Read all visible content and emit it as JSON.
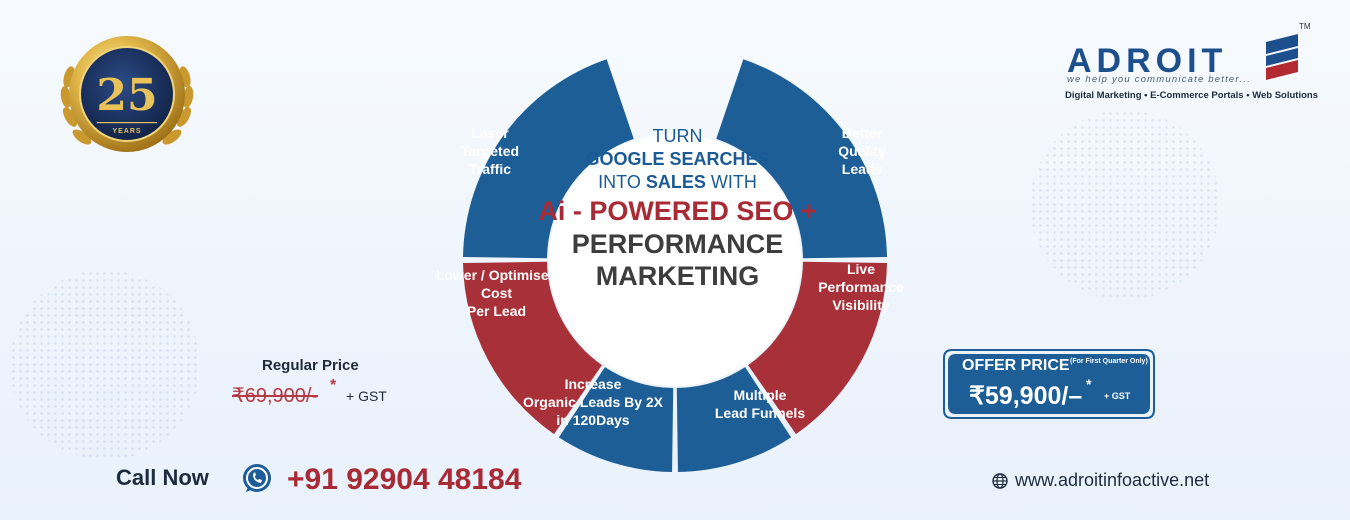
{
  "badge": {
    "number": "25",
    "label": "YEARS"
  },
  "logo": {
    "wordmark": "ADROIT",
    "trademark": "TM",
    "tagline": "we help you communicate better...",
    "services": [
      "Digital Marketing",
      "E-Commerce Portals",
      "Web Solutions"
    ],
    "services_text": "Digital Marketing  •  E-Commerce Portals  •  Web Solutions"
  },
  "headline": {
    "line1": "TURN",
    "line2": "GOOGLE SEARCHES",
    "line3_pre": "INTO ",
    "line3_bold": "SALES",
    "line3_post": " WITH",
    "line4": "Ai - POWERED SEO +",
    "line5": "PERFORMANCE",
    "line6": "MARKETING"
  },
  "segments": [
    {
      "lines": [
        "Laser",
        "Targeted",
        "Traffic"
      ],
      "color": "#1d5e97"
    },
    {
      "lines": [
        "Better",
        "Quality",
        "Leads"
      ],
      "color": "#1d5e97"
    },
    {
      "lines": [
        "Lower / Optimised",
        "Cost",
        "Per Lead"
      ],
      "color": "#a83038"
    },
    {
      "lines": [
        "Live",
        "Performance",
        "Visibility"
      ],
      "color": "#a83038"
    },
    {
      "lines": [
        "Increase",
        "Organic Leads By 2X",
        "in 120Days"
      ],
      "color": "#1d5e97"
    },
    {
      "lines": [
        "Multiple",
        "Lead Funnels"
      ],
      "color": "#1d5e97"
    }
  ],
  "regular_price": {
    "label": "Regular Price",
    "price": "₹69,900/-",
    "star": "*",
    "gst": "+ GST"
  },
  "offer_price": {
    "title": "OFFER PRICE",
    "note": "(For First Quarter Only)",
    "price": "₹59,900/–",
    "star": "*",
    "gst": "+ GST"
  },
  "contact": {
    "call_label": "Call Now",
    "phone": "+91 92904 48184",
    "website": "www.adroitinfoactive.net"
  },
  "colors": {
    "blue": "#1d5e97",
    "red": "#a83038",
    "dark": "#1d2b3f"
  }
}
